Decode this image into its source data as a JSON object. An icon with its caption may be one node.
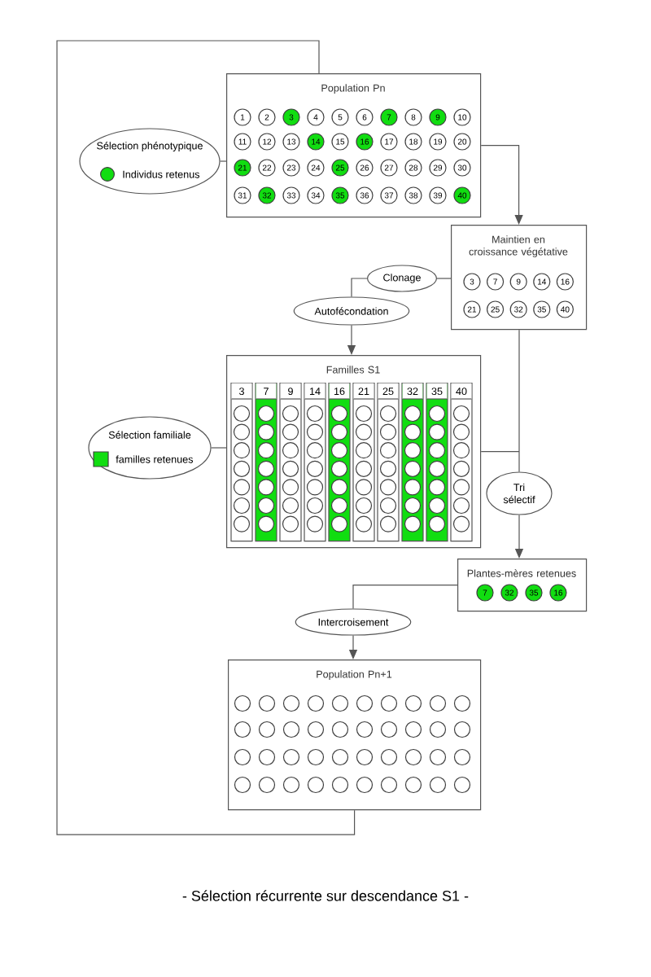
{
  "diagram": {
    "caption": "- Sélection récurrente sur descendance S1 -",
    "nodes": [
      {
        "text": [
          "Population Pn"
        ]
      },
      {
        "text": [
          "1"
        ],
        "in": 0
      },
      {
        "text": [
          "2"
        ],
        "in": 0
      },
      {
        "text": [
          "3"
        ],
        "in": 0
      },
      {
        "text": [
          "4"
        ],
        "in": 0
      },
      {
        "text": [
          "5"
        ],
        "in": 0
      },
      {
        "text": [
          "6"
        ],
        "in": 0
      },
      {
        "text": [
          "7"
        ],
        "in": 0
      },
      {
        "text": [
          "8"
        ],
        "in": 0
      },
      {
        "text": [
          "9"
        ],
        "in": 0
      },
      {
        "text": [
          "10"
        ],
        "in": 0
      },
      {
        "text": [
          "11"
        ],
        "in": 0
      },
      {
        "text": [
          "12"
        ],
        "in": 0
      },
      {
        "text": [
          "13"
        ],
        "in": 0
      },
      {
        "text": [
          "14"
        ],
        "in": 0
      },
      {
        "text": [
          "15"
        ],
        "in": 0
      },
      {
        "text": [
          "16"
        ],
        "in": 0
      },
      {
        "text": [
          "17"
        ],
        "in": 0
      },
      {
        "text": [
          "18"
        ],
        "in": 0
      },
      {
        "text": [
          "19"
        ],
        "in": 0
      },
      {
        "text": [
          "20"
        ],
        "in": 0
      },
      {
        "text": [
          "21"
        ],
        "in": 0
      },
      {
        "text": [
          "22"
        ],
        "in": 0
      },
      {
        "text": [
          "23"
        ],
        "in": 0
      },
      {
        "text": [
          "24"
        ],
        "in": 0
      },
      {
        "text": [
          "25"
        ],
        "in": 0
      },
      {
        "text": [
          "26"
        ],
        "in": 0
      },
      {
        "text": [
          "27"
        ],
        "in": 0
      },
      {
        "text": [
          "28"
        ],
        "in": 0
      },
      {
        "text": [
          "29"
        ],
        "in": 0
      },
      {
        "text": [
          "30"
        ],
        "in": 0
      },
      {
        "text": [
          "31"
        ],
        "in": 0
      },
      {
        "text": [
          "32"
        ],
        "in": 0
      },
      {
        "text": [
          "33"
        ],
        "in": 0
      },
      {
        "text": [
          "34"
        ],
        "in": 0
      },
      {
        "text": [
          "35"
        ],
        "in": 0
      },
      {
        "text": [
          "36"
        ],
        "in": 0
      },
      {
        "text": [
          "37"
        ],
        "in": 0
      },
      {
        "text": [
          "38"
        ],
        "in": 0
      },
      {
        "text": [
          "39"
        ],
        "in": 0
      },
      {
        "text": [
          "40"
        ],
        "in": 0
      },
      {
        "text": [
          "Sélection phénotypique"
        ]
      },
      {
        "text": [
          "Maintien en croissance végétative"
        ]
      },
      {
        "text": [
          "3"
        ],
        "in": 42
      },
      {
        "text": [
          "7"
        ],
        "in": 42
      },
      {
        "text": [
          "9"
        ],
        "in": 42
      },
      {
        "text": [
          "14"
        ],
        "in": 42
      },
      {
        "text": [
          "16"
        ],
        "in": 42
      },
      {
        "text": [
          "21"
        ],
        "in": 42
      },
      {
        "text": [
          "25"
        ],
        "in": 42
      },
      {
        "text": [
          "32"
        ],
        "in": 42
      },
      {
        "text": [
          "35"
        ],
        "in": 42
      },
      {
        "text": [
          "40"
        ],
        "in": 42
      },
      {
        "text": [
          "Clonage"
        ]
      },
      {
        "text": [
          "Autofécondation"
        ]
      },
      {
        "text": [
          "Familles S1"
        ]
      },
      {
        "text": [
          "3"
        ],
        "in": 55
      },
      {
        "text": [],
        "shape": "circle",
        "in": 56
      },
      {
        "text": [],
        "shape": "circle",
        "in": 56
      },
      {
        "text": [],
        "shape": "circle",
        "in": 56
      },
      {
        "text": [],
        "shape": "circle",
        "in": 56
      },
      {
        "text": [],
        "shape": "circle",
        "in": 56
      },
      {
        "text": [],
        "shape": "circle",
        "in": 56
      },
      {
        "text": [],
        "shape": "circle",
        "in": 56
      },
      {
        "text": [
          "7"
        ],
        "in": 55
      },
      {
        "text": [],
        "shape": "circle",
        "in": 64
      },
      {
        "text": [],
        "shape": "circle",
        "in": 64
      },
      {
        "text": [],
        "shape": "circle",
        "in": 64
      },
      {
        "text": [],
        "shape": "circle",
        "in": 64
      },
      {
        "text": [],
        "shape": "circle",
        "in": 64
      },
      {
        "text": [],
        "shape": "circle",
        "in": 64
      },
      {
        "text": [],
        "shape": "circle",
        "in": 64
      },
      {
        "text": [
          "9"
        ],
        "in": 55
      },
      {
        "text": [],
        "shape": "circle",
        "in": 72
      },
      {
        "text": [],
        "shape": "circle",
        "in": 72
      },
      {
        "text": [],
        "shape": "circle",
        "in": 72
      },
      {
        "text": [],
        "shape": "circle",
        "in": 72
      },
      {
        "text": [],
        "shape": "circle",
        "in": 72
      },
      {
        "text": [],
        "shape": "circle",
        "in": 72
      },
      {
        "text": [],
        "shape": "circle",
        "in": 72
      },
      {
        "text": [
          "14"
        ],
        "in": 55
      },
      {
        "text": [],
        "shape": "circle",
        "in": 80
      },
      {
        "text": [],
        "shape": "circle",
        "in": 80
      },
      {
        "text": [],
        "shape": "circle",
        "in": 80
      },
      {
        "text": [],
        "shape": "circle",
        "in": 80
      },
      {
        "text": [],
        "shape": "circle",
        "in": 80
      },
      {
        "text": [],
        "shape": "circle",
        "in": 80
      },
      {
        "text": [],
        "shape": "circle",
        "in": 80
      },
      {
        "text": [
          "16"
        ],
        "in": 55
      },
      {
        "text": [],
        "shape": "circle",
        "in": 88
      },
      {
        "text": [],
        "shape": "circle",
        "in": 88
      },
      {
        "text": [],
        "shape": "circle",
        "in": 88
      },
      {
        "text": [],
        "shape": "circle",
        "in": 88
      },
      {
        "text": [],
        "shape": "circle",
        "in": 88
      },
      {
        "text": [],
        "shape": "circle",
        "in": 88
      },
      {
        "text": [],
        "shape": "circle",
        "in": 88
      },
      {
        "text": [
          "21"
        ],
        "in": 55
      },
      {
        "text": [],
        "shape": "circle",
        "in": 96
      },
      {
        "text": [],
        "shape": "circle",
        "in": 96
      },
      {
        "text": [],
        "shape": "circle",
        "in": 96
      },
      {
        "text": [],
        "shape": "circle",
        "in": 96
      },
      {
        "text": [],
        "shape": "circle",
        "in": 96
      },
      {
        "text": [],
        "shape": "circle",
        "in": 96
      },
      {
        "text": [],
        "shape": "circle",
        "in": 96
      },
      {
        "text": [
          "25"
        ],
        "in": 55
      },
      {
        "text": [],
        "shape": "circle",
        "in": 104
      },
      {
        "text": [],
        "shape": "circle",
        "in": 104
      },
      {
        "text": [],
        "shape": "circle",
        "in": 104
      },
      {
        "text": [],
        "shape": "circle",
        "in": 104
      },
      {
        "text": [],
        "shape": "circle",
        "in": 104
      },
      {
        "text": [],
        "shape": "circle",
        "in": 104
      },
      {
        "text": [],
        "shape": "circle",
        "in": 104
      },
      {
        "text": [
          "32"
        ],
        "in": 55
      },
      {
        "text": [],
        "shape": "circle",
        "in": 112
      },
      {
        "text": [],
        "shape": "circle",
        "in": 112
      },
      {
        "text": [],
        "shape": "circle",
        "in": 112
      },
      {
        "text": [],
        "shape": "circle",
        "in": 112
      },
      {
        "text": [],
        "shape": "circle",
        "in": 112
      },
      {
        "text": [],
        "shape": "circle",
        "in": 112
      },
      {
        "text": [],
        "shape": "circle",
        "in": 112
      },
      {
        "text": [
          "35"
        ],
        "in": 55
      },
      {
        "text": [],
        "shape": "circle",
        "in": 120
      },
      {
        "text": [],
        "shape": "circle",
        "in": 120
      },
      {
        "text": [],
        "shape": "circle",
        "in": 120
      },
      {
        "text": [],
        "shape": "circle",
        "in": 120
      },
      {
        "text": [],
        "shape": "circle",
        "in": 120
      },
      {
        "text": [],
        "shape": "circle",
        "in": 120
      },
      {
        "text": [],
        "shape": "circle",
        "in": 120
      },
      {
        "text": [
          "40"
        ],
        "in": 55
      },
      {
        "text": [],
        "shape": "circle",
        "in": 128
      },
      {
        "text": [],
        "shape": "circle",
        "in": 128
      },
      {
        "text": [],
        "shape": "circle",
        "in": 128
      },
      {
        "text": [],
        "shape": "circle",
        "in": 128
      },
      {
        "text": [],
        "shape": "circle",
        "in": 128
      },
      {
        "text": [],
        "shape": "circle",
        "in": 128
      },
      {
        "text": [],
        "shape": "circle",
        "in": 128
      },
      {
        "text": [
          "Sélection familiale"
        ]
      },
      {
        "text": [
          "Tri sélectif"
        ]
      },
      {
        "text": [
          "Plantes-mères retenues"
        ]
      },
      {
        "text": [
          "7"
        ],
        "in": 138
      },
      {
        "text": [
          "32"
        ],
        "in": 138
      },
      {
        "text": [
          "35"
        ],
        "in": 138
      },
      {
        "text": [
          "16"
        ],
        "in": 138
      },
      {
        "text": [
          "Intercroisement"
        ]
      },
      {
        "text": [
          "Population Pn+1"
        ]
      },
      {
        "text": [],
        "shape": "circle",
        "in": 144
      },
      {
        "text": [],
        "shape": "circle",
        "in": 144
      },
      {
        "text": [],
        "shape": "circle",
        "in": 144
      },
      {
        "text": [],
        "shape": "circle",
        "in": 144
      },
      {
        "text": [],
        "shape": "circle",
        "in": 144
      },
      {
        "text": [],
        "shape": "circle",
        "in": 144
      },
      {
        "text": [],
        "shape": "circle",
        "in": 144
      },
      {
        "text": [],
        "shape": "circle",
        "in": 144
      },
      {
        "text": [],
        "shape": "circle",
        "in": 144
      },
      {
        "text": [],
        "shape": "circle",
        "in": 144
      },
      {
        "text": [],
        "shape": "circle",
        "in": 144
      },
      {
        "text": [],
        "shape": "circle",
        "in": 144
      },
      {
        "text": [],
        "shape": "circle",
        "in": 144
      },
      {
        "text": [],
        "shape": "circle",
        "in": 144
      },
      {
        "text": [],
        "shape": "circle",
        "in": 144
      },
      {
        "text": [],
        "shape": "circle",
        "in": 144
      },
      {
        "text": [],
        "shape": "circle",
        "in": 144
      },
      {
        "text": [],
        "shape": "circle",
        "in": 144
      },
      {
        "text": [],
        "shape": "circle",
        "in": 144
      },
      {
        "text": [],
        "shape": "circle",
        "in": 144
      },
      {
        "text": [],
        "shape": "circle",
        "in": 144
      },
      {
        "text": [],
        "shape": "circle",
        "in": 144
      },
      {
        "text": [],
        "shape": "circle",
        "in": 144
      },
      {
        "text": [],
        "shape": "circle",
        "in": 144
      },
      {
        "text": [],
        "shape": "circle",
        "in": 144
      },
      {
        "text": [],
        "shape": "circle",
        "in": 144
      },
      {
        "text": [],
        "shape": "circle",
        "in": 144
      },
      {
        "text": [],
        "shape": "circle",
        "in": 144
      },
      {
        "text": [],
        "shape": "circle",
        "in": 144
      },
      {
        "text": [],
        "shape": "circle",
        "in": 144
      },
      {
        "text": [],
        "shape": "circle",
        "in": 144
      },
      {
        "text": [],
        "shape": "circle",
        "in": 144
      },
      {
        "text": [],
        "shape": "circle",
        "in": 144
      },
      {
        "text": [],
        "shape": "circle",
        "in": 144
      },
      {
        "text": [],
        "shape": "circle",
        "in": 144
      },
      {
        "text": [],
        "shape": "circle",
        "in": 144
      },
      {
        "text": [],
        "shape": "circle",
        "in": 144
      },
      {
        "text": [],
        "shape": "circle",
        "in": 144
      },
      {
        "text": [],
        "shape": "circle",
        "in": 144
      },
      {
        "text": [],
        "shape": "circle",
        "in": 144
      }
    ],
    "edges": [
      {
        "from": 41,
        "to": 0,
        "arrow": "none"
      },
      {
        "from": 0,
        "to": 42,
        "arrow": "to"
      },
      {
        "from": 42,
        "to": 53,
        "arrow": "none"
      },
      {
        "from": 53,
        "to": 54,
        "arrow": "none"
      },
      {
        "from": 54,
        "to": 55,
        "arrow": "to"
      },
      {
        "from": 136,
        "to": 55,
        "arrow": "none"
      },
      {
        "from": 42,
        "to": 137,
        "arrow": "none"
      },
      {
        "from": 55,
        "to": 137,
        "arrow": "none"
      },
      {
        "from": 137,
        "to": 138,
        "arrow": "to"
      },
      {
        "from": 138,
        "to": 143,
        "arrow": "none"
      },
      {
        "from": 143,
        "to": 144,
        "arrow": "to"
      },
      {
        "from": 144,
        "to": 0,
        "arrow": "none"
      }
    ],
    "legend": [
      {
        "text": "Individus retenus",
        "color": "#11dd11"
      },
      {
        "text": "familles retenues",
        "color": "#11dd11"
      }
    ]
  }
}
